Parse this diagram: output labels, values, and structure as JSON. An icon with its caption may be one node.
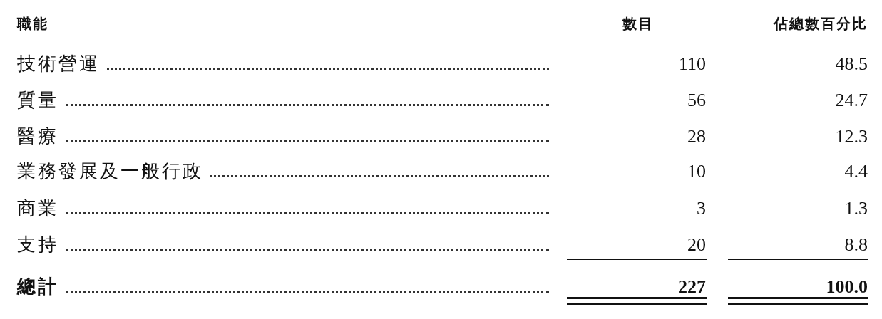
{
  "diagram": {
    "labels": [
      "職能",
      "數目",
      "佔總數百分比",
      "技術營運",
      "110",
      "48.5",
      "質量",
      "56",
      "24.7",
      "醫療",
      "28",
      "12.3",
      "業務發展及一般行政",
      "10",
      "4.4",
      "商業",
      "3",
      "1.3",
      "支持",
      "20",
      "8.8",
      "總計",
      "227",
      "100.0"
    ]
  }
}
